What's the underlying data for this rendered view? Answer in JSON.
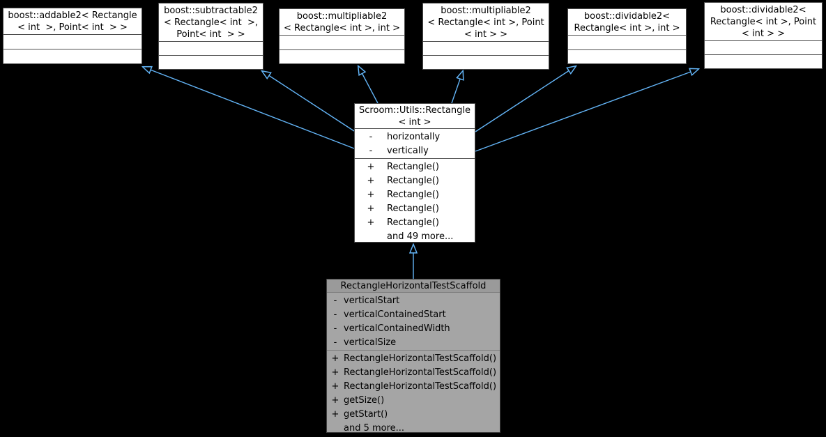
{
  "colors": {
    "background": "#000000",
    "arrow": "#63b4f6",
    "node_fill": "#ffffff",
    "focus_node_fill": "#a5a5a5"
  },
  "parents": [
    {
      "title": "boost::addable2< Rectangle\n< int  >, Point< int  > >"
    },
    {
      "title": "boost::subtractable2\n< Rectangle< int  >,\nPoint< int  > >"
    },
    {
      "title": "boost::multipliable2\n< Rectangle< int >, int >"
    },
    {
      "title": "boost::multipliable2\n< Rectangle< int >, Point\n< int > >"
    },
    {
      "title": "boost::dividable2<\nRectangle< int >, int >"
    },
    {
      "title": "boost::dividable2<\nRectangle< int >, Point\n< int > >"
    }
  ],
  "rectangle_node": {
    "title": "Scroom::Utils::Rectangle\n< int >",
    "fields": [
      {
        "vis": "-",
        "name": "horizontally"
      },
      {
        "vis": "-",
        "name": "vertically"
      }
    ],
    "methods": [
      {
        "vis": "+",
        "name": "Rectangle()"
      },
      {
        "vis": "+",
        "name": "Rectangle()"
      },
      {
        "vis": "+",
        "name": "Rectangle()"
      },
      {
        "vis": "+",
        "name": "Rectangle()"
      },
      {
        "vis": "+",
        "name": "Rectangle()"
      }
    ],
    "more": "and 49 more..."
  },
  "scaffold_node": {
    "title": "RectangleHorizontalTestScaffold",
    "fields": [
      {
        "vis": "-",
        "name": "verticalStart"
      },
      {
        "vis": "-",
        "name": "verticalContainedStart"
      },
      {
        "vis": "-",
        "name": "verticalContainedWidth"
      },
      {
        "vis": "-",
        "name": "verticalSize"
      }
    ],
    "methods": [
      {
        "vis": "+",
        "name": "RectangleHorizontalTestScaffold()"
      },
      {
        "vis": "+",
        "name": "RectangleHorizontalTestScaffold()"
      },
      {
        "vis": "+",
        "name": "RectangleHorizontalTestScaffold()"
      },
      {
        "vis": "+",
        "name": "getSize()"
      },
      {
        "vis": "+",
        "name": "getStart()"
      }
    ],
    "more": "and 5 more..."
  },
  "relations": [
    {
      "from": "Scroom::Utils::Rectangle< int >",
      "to": "boost::addable2< Rectangle< int >, Point< int > >",
      "type": "inheritance"
    },
    {
      "from": "Scroom::Utils::Rectangle< int >",
      "to": "boost::subtractable2< Rectangle< int >, Point< int > >",
      "type": "inheritance"
    },
    {
      "from": "Scroom::Utils::Rectangle< int >",
      "to": "boost::multipliable2< Rectangle< int >, int >",
      "type": "inheritance"
    },
    {
      "from": "Scroom::Utils::Rectangle< int >",
      "to": "boost::multipliable2< Rectangle< int >, Point< int > >",
      "type": "inheritance"
    },
    {
      "from": "Scroom::Utils::Rectangle< int >",
      "to": "boost::dividable2< Rectangle< int >, int >",
      "type": "inheritance"
    },
    {
      "from": "Scroom::Utils::Rectangle< int >",
      "to": "boost::dividable2< Rectangle< int >, Point< int > >",
      "type": "inheritance"
    },
    {
      "from": "RectangleHorizontalTestScaffold",
      "to": "Scroom::Utils::Rectangle< int >",
      "type": "inheritance"
    }
  ]
}
